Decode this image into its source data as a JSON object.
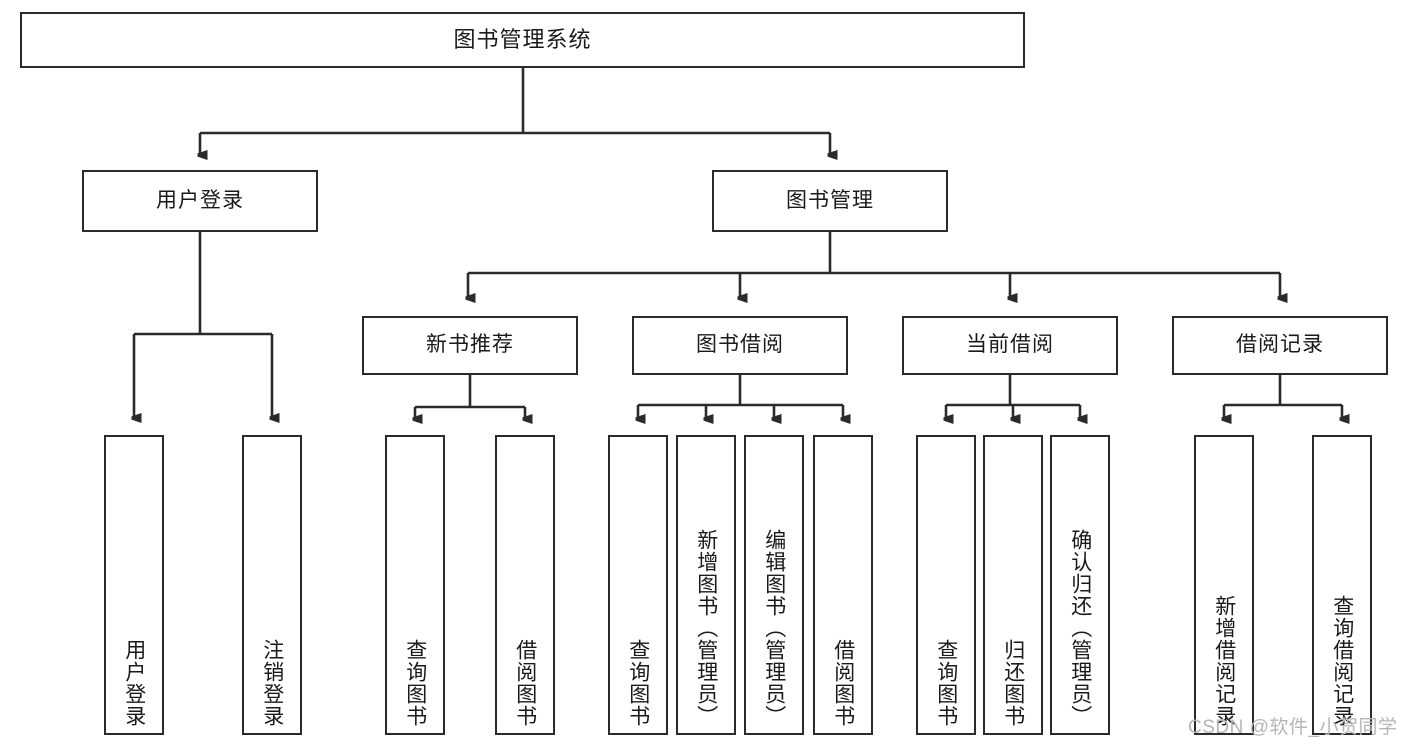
{
  "diagram": {
    "type": "tree-hierarchy-functional-decomposition",
    "root": {
      "label": "图书管理系统"
    },
    "level1": [
      {
        "label": "用户登录"
      },
      {
        "label": "图书管理"
      }
    ],
    "level2": [
      {
        "label": "新书推荐"
      },
      {
        "label": "图书借阅"
      },
      {
        "label": "当前借阅"
      },
      {
        "label": "借阅记录"
      }
    ],
    "leaves": {
      "user_login": [
        {
          "label": "用户登录"
        },
        {
          "label": "注销登录"
        }
      ],
      "new_book_recommend": [
        {
          "label": "查询图书"
        },
        {
          "label": "借阅图书"
        }
      ],
      "book_borrow": [
        {
          "label": "查询图书"
        },
        {
          "label": "新增图书（管理员）"
        },
        {
          "label": "编辑图书（管理员）"
        },
        {
          "label": "借阅图书"
        }
      ],
      "current_borrow": [
        {
          "label": "查询图书"
        },
        {
          "label": "归还图书"
        },
        {
          "label": "确认归还（管理员）"
        }
      ],
      "borrow_record": [
        {
          "label": "新增借阅记录"
        },
        {
          "label": "查询借阅记录"
        }
      ]
    }
  },
  "watermark": {
    "text": "CSDN @软件_小贺同学"
  },
  "colors": {
    "border": "#2b2b2b",
    "text": "#1a1a1a",
    "background": "#ffffff",
    "watermark": "#b6b6b6"
  }
}
